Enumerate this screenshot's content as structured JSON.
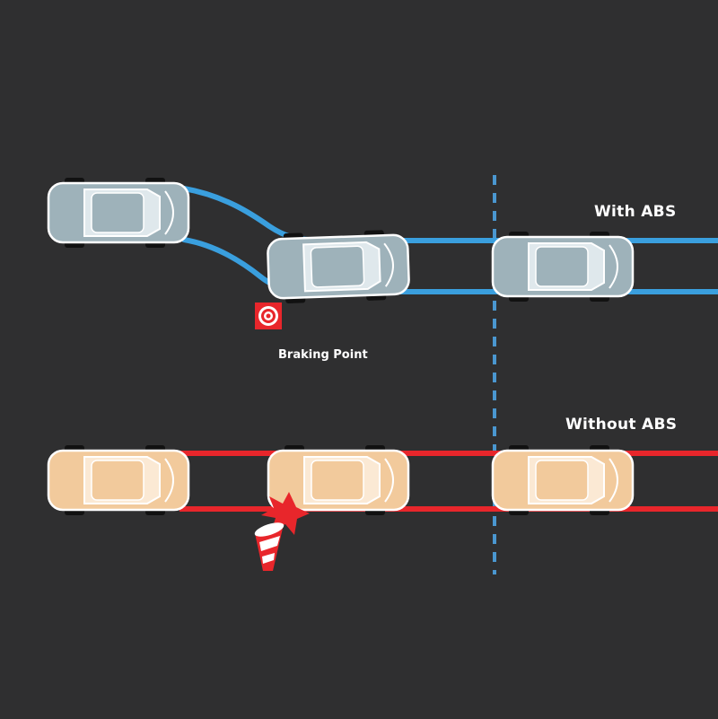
{
  "labels": {
    "with_abs": "With ABS",
    "without_abs": "Without ABS",
    "braking_point": "Braking Point"
  },
  "colors": {
    "background": "#2f2f30",
    "abs_track": "#3a9fde",
    "no_abs_track": "#e8262b",
    "abs_car_body": "#9eb2ba",
    "no_abs_car_body": "#f2ca9c",
    "divider": "#4a97d0",
    "target_marker": "#e8262b"
  },
  "icons": {
    "braking_marker": "target-icon",
    "impact": "collision-burst-icon",
    "obstacle": "traffic-cone-icon"
  }
}
